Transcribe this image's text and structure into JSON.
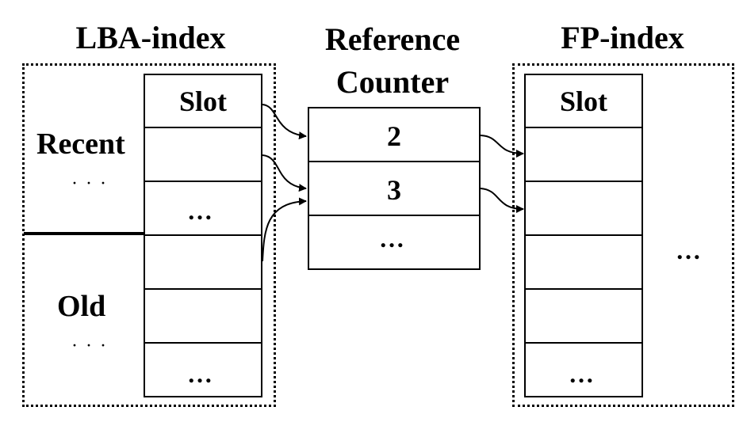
{
  "lba": {
    "title": "LBA-index",
    "slot_label": "Slot",
    "recent_label": "Recent",
    "recent_dots": "· · ·",
    "old_label": "Old",
    "old_dots": "· · ·",
    "ellipsis_upper": "…",
    "ellipsis_lower": "…"
  },
  "counter": {
    "title_line1": "Reference",
    "title_line2": "Counter",
    "values": [
      "2",
      "3"
    ],
    "ellipsis": "…"
  },
  "fp": {
    "title": "FP-index",
    "slot_label": "Slot",
    "ellipsis_side": "…",
    "ellipsis_bottom": "…"
  }
}
